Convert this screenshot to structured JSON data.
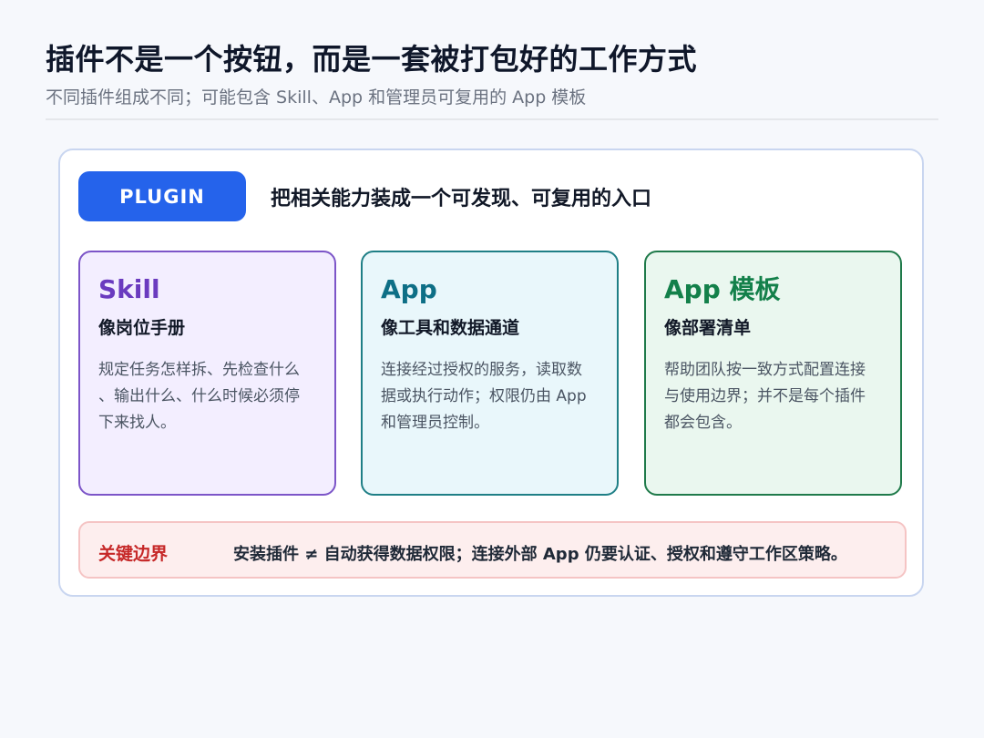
{
  "title": "插件不是一个按钮，而是一套被打包好的工作方式",
  "subtitle": "不同插件组成不同；可能包含 Skill、App 和管理员可复用的 App 模板",
  "plugin": {
    "badge": "PLUGIN",
    "description": "把相关能力装成一个可发现、可复用的入口"
  },
  "cards": [
    {
      "title": "Skill",
      "subtitle": "像岗位手册",
      "lines": [
        "规定任务怎样拆、先检查什么",
        "、输出什么、什么时候必须停",
        "下来找人。"
      ],
      "color": "#6a3bbf"
    },
    {
      "title": "App",
      "subtitle": "像工具和数据通道",
      "lines": [
        "连接经过授权的服务，读取数",
        "据或执行动作；权限仍由 App",
        "和管理员控制。"
      ],
      "color": "#0e6f86"
    },
    {
      "title": "App 模板",
      "subtitle": "像部署清单",
      "lines": [
        "帮助团队按一致方式配置连接",
        "与使用边界；并不是每个插件",
        "都会包含。"
      ],
      "color": "#13804a"
    }
  ],
  "boundary": {
    "label": "关键边界",
    "text": "安装插件 ≠ 自动获得数据权限；连接外部 App 仍要认证、授权和遵守工作区策略。"
  }
}
